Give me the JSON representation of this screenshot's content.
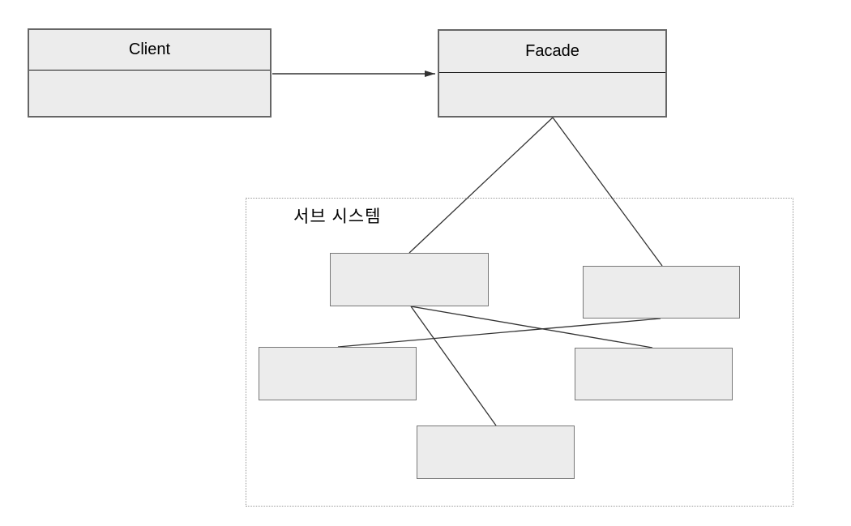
{
  "diagram": {
    "client": {
      "label": "Client"
    },
    "facade": {
      "label": "Facade"
    },
    "subsystem": {
      "label": "서브 시스템"
    }
  },
  "colors": {
    "background": "#ffffff",
    "box_fill": "#ececec",
    "class_box_border": "#666666",
    "sub_box_border": "#787878",
    "divider": "#1a1a1a",
    "connector_line": "#333333",
    "subsystem_dotted_border": "#999999",
    "text": "#000000"
  }
}
